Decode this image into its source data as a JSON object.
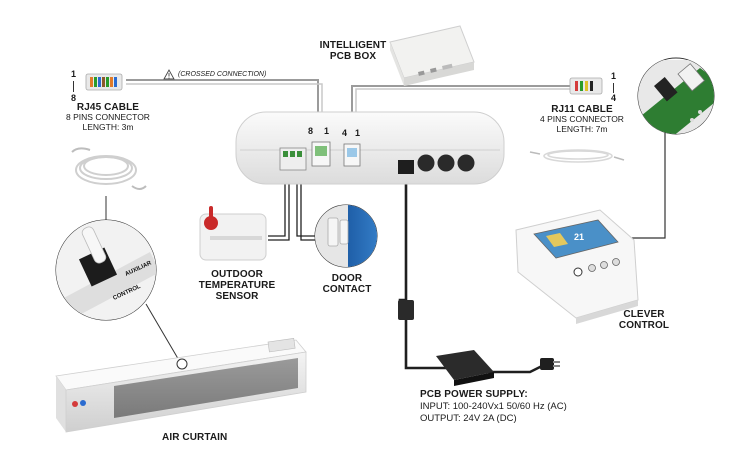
{
  "labels": {
    "pcb_box": [
      "INTELLIGENT",
      "PCB BOX"
    ],
    "crossed_connection": "(CROSSED CONNECTION)",
    "rj45": {
      "title": "RJ45 CABLE",
      "line1": "8 PINS CONNECTOR",
      "line2": "LENGTH: 3m",
      "pin_top": "1",
      "pin_bottom": "8"
    },
    "rj11": {
      "title": "RJ11 CABLE",
      "line1": "4 PINS CONNECTOR",
      "line2": "LENGTH: 7m",
      "pin_top": "1",
      "pin_bottom": "4"
    },
    "pcb_port_pins": {
      "rj45_a": "8",
      "rj45_b": "1",
      "rj11_a": "4",
      "rj11_b": "1"
    },
    "outdoor_sensor": [
      "OUTDOOR",
      "TEMPERATURE",
      "SENSOR"
    ],
    "door_contact": [
      "DOOR",
      "CONTACT"
    ],
    "clever_control": [
      "CLEVER",
      "CONTROL"
    ],
    "air_curtain": "AIR CURTAIN",
    "power_supply": {
      "title": "PCB POWER SUPPLY:",
      "input": "INPUT: 100-240Vx1 50/60 Hz (AC)",
      "output": "OUTPUT: 24V 2A (DC)"
    },
    "zoom_text": {
      "top": "AUXILIAR",
      "bottom": "CONTROL"
    },
    "clever_screen": {
      "value": "21"
    }
  },
  "colors": {
    "cable": "#222222",
    "thin_line": "#333333",
    "device_body": "#f1f1f1",
    "door_blue": "#2f78c4",
    "pcb_green": "#2e7d32",
    "terminal_green": "#3a8f3a",
    "screen_blue": "#4a90c8"
  }
}
